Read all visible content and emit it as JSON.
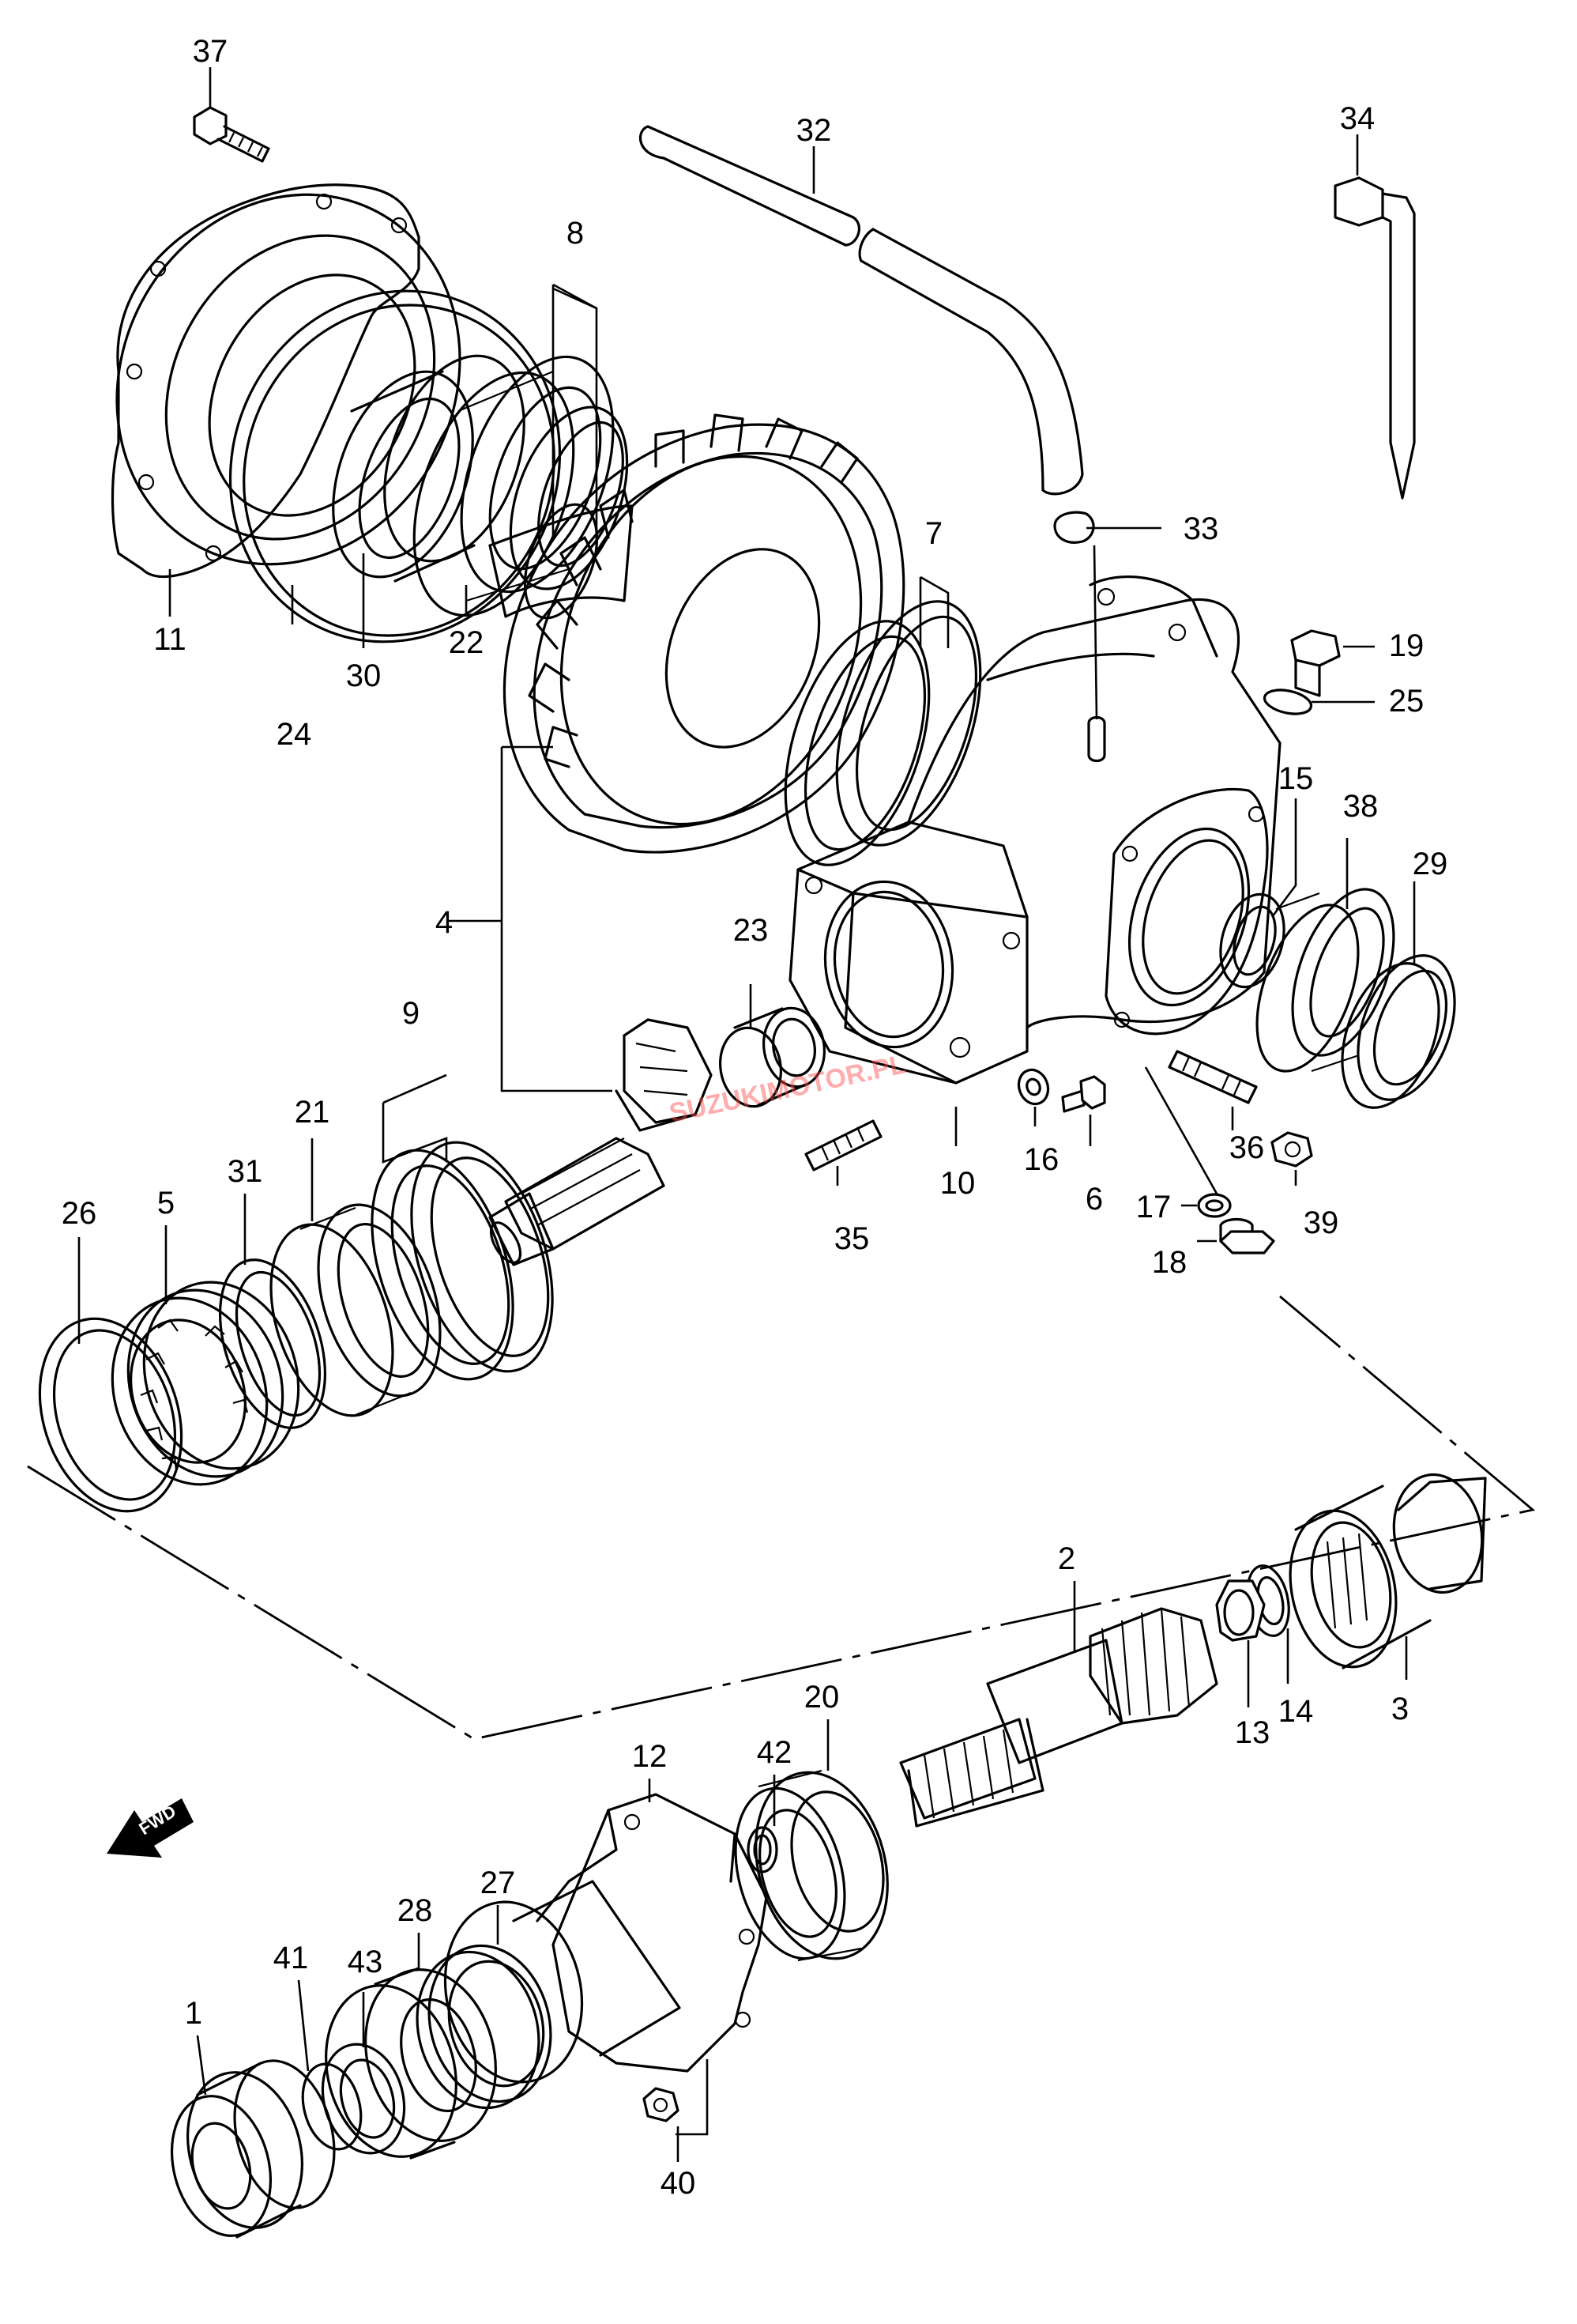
{
  "diagram": {
    "callouts": [
      "37",
      "32",
      "34",
      "8",
      "33",
      "7",
      "19",
      "25",
      "15",
      "38",
      "29",
      "11",
      "24",
      "30",
      "22",
      "4",
      "23",
      "9",
      "21",
      "31",
      "5",
      "26",
      "36",
      "39",
      "35",
      "10",
      "16",
      "6",
      "17",
      "18",
      "2",
      "3",
      "14",
      "13",
      "20",
      "42",
      "12",
      "27",
      "28",
      "43",
      "41",
      "1",
      "40"
    ],
    "direction_arrow": "FWD",
    "watermark": "SUZUKIMOTOR.PL"
  }
}
